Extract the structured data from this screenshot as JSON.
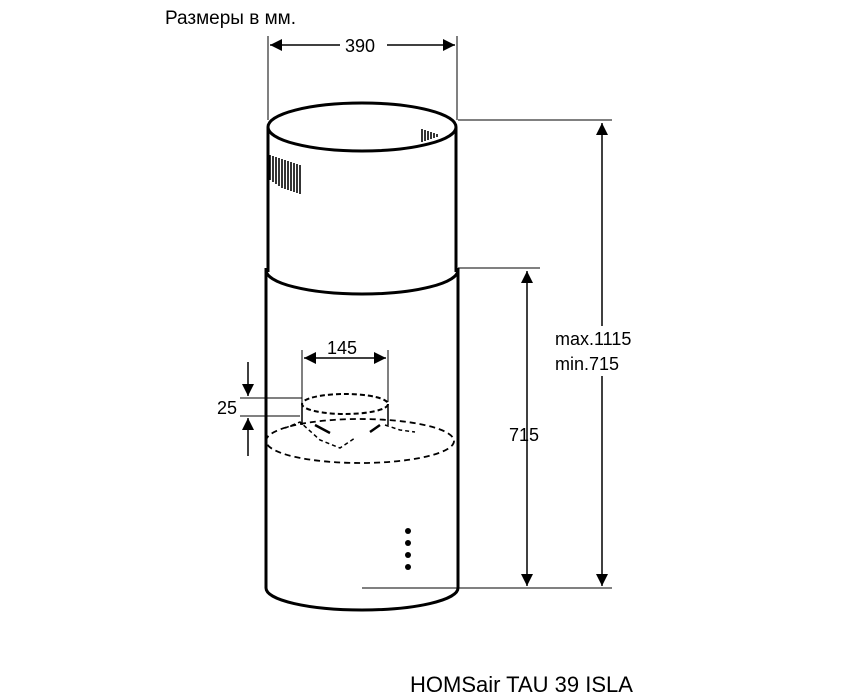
{
  "title": "Размеры в мм.",
  "dimensions": {
    "width": "390",
    "outlet_diameter": "145",
    "collar_height": "25",
    "max_height": "max.1115",
    "min_height": "min.715",
    "body_height": "715"
  },
  "model": "HOMSair TAU 39 ISLA"
}
